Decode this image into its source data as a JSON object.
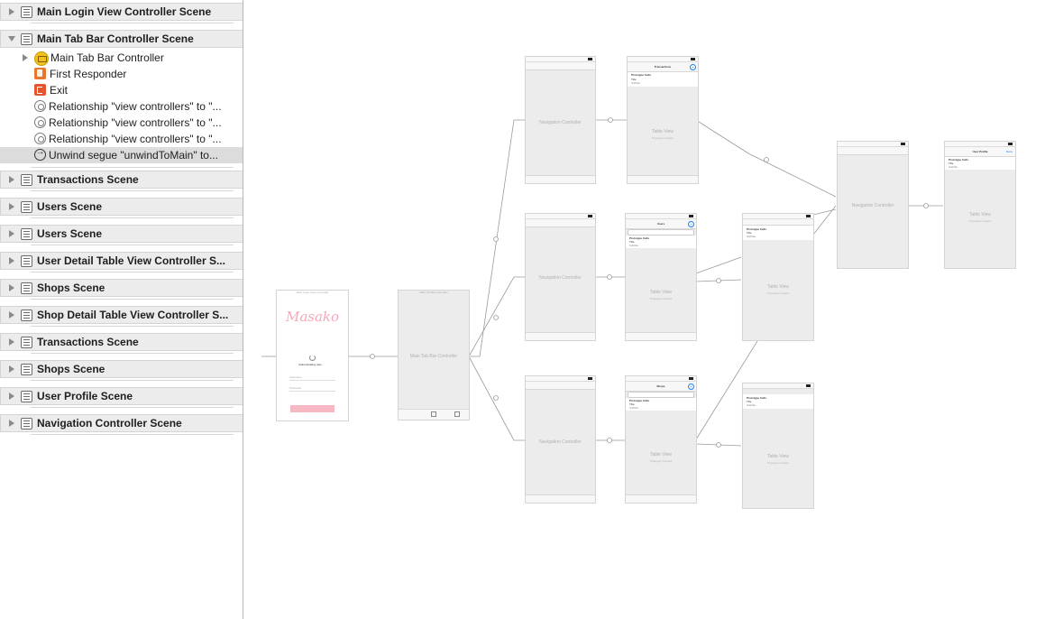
{
  "outline": {
    "items": [
      {
        "label": "Main Login View Controller Scene",
        "kind": "scene",
        "expanded": false
      },
      {
        "label": "Main Tab Bar Controller Scene",
        "kind": "scene",
        "expanded": true
      },
      {
        "label": "Main Tab Bar Controller",
        "kind": "tabbar"
      },
      {
        "label": "First Responder",
        "kind": "responder"
      },
      {
        "label": "Exit",
        "kind": "exit"
      },
      {
        "label": "Relationship \"view controllers\" to \"...",
        "kind": "relationship"
      },
      {
        "label": "Relationship \"view controllers\" to \"...",
        "kind": "relationship"
      },
      {
        "label": "Relationship \"view controllers\" to \"...",
        "kind": "relationship"
      },
      {
        "label": "Unwind segue \"unwindToMain\" to...",
        "kind": "unwind",
        "selected": true
      },
      {
        "label": "Transactions Scene",
        "kind": "scene",
        "expanded": false
      },
      {
        "label": "Users Scene",
        "kind": "scene",
        "expanded": false
      },
      {
        "label": "Users Scene",
        "kind": "scene",
        "expanded": false
      },
      {
        "label": "User Detail Table View Controller S...",
        "kind": "scene",
        "expanded": false
      },
      {
        "label": "Shops Scene",
        "kind": "scene",
        "expanded": false
      },
      {
        "label": "Shop Detail Table View Controller S...",
        "kind": "scene",
        "expanded": false
      },
      {
        "label": "Transactions Scene",
        "kind": "scene",
        "expanded": false
      },
      {
        "label": "Shops Scene",
        "kind": "scene",
        "expanded": false
      },
      {
        "label": "User Profile Scene",
        "kind": "scene",
        "expanded": false
      },
      {
        "label": "Navigation Controller Scene",
        "kind": "scene",
        "expanded": false
      }
    ]
  },
  "canvas": {
    "login": {
      "logo": "Masako",
      "status": "Authenticating user...",
      "field1": "Username",
      "field2": "Password"
    },
    "tabbar": {
      "title": "Main Tab Bar Controller"
    },
    "nav_caption": "Navigation Controller",
    "table_caption": "Table View",
    "table_sub": "Prototype Content",
    "transactions": {
      "title": "Transactions",
      "cell_header": "Prototype Cells",
      "cell_title": "Title",
      "cell_sub": "Subtitle"
    },
    "users": {
      "title": "Users",
      "cell_header": "Prototype Cells",
      "cell_title": "Title",
      "cell_sub": "Subtitle"
    },
    "shops": {
      "title": "Shops",
      "cell_header": "Prototype Cells",
      "cell_title": "Title",
      "cell_sub": "Subtitle"
    },
    "user_detail": {
      "cell_header": "Prototype Cells",
      "cell_title": "Title",
      "cell_sub": "Subtitle"
    },
    "shop_detail": {
      "cell_header": "Prototype Cells",
      "cell_title": "Title",
      "cell_sub": "Subtitle"
    },
    "profile": {
      "title": "User Profile",
      "action": "Done",
      "cell_header": "Prototype Cells",
      "cell_title": "Title",
      "cell_sub": "Subtitle"
    }
  }
}
